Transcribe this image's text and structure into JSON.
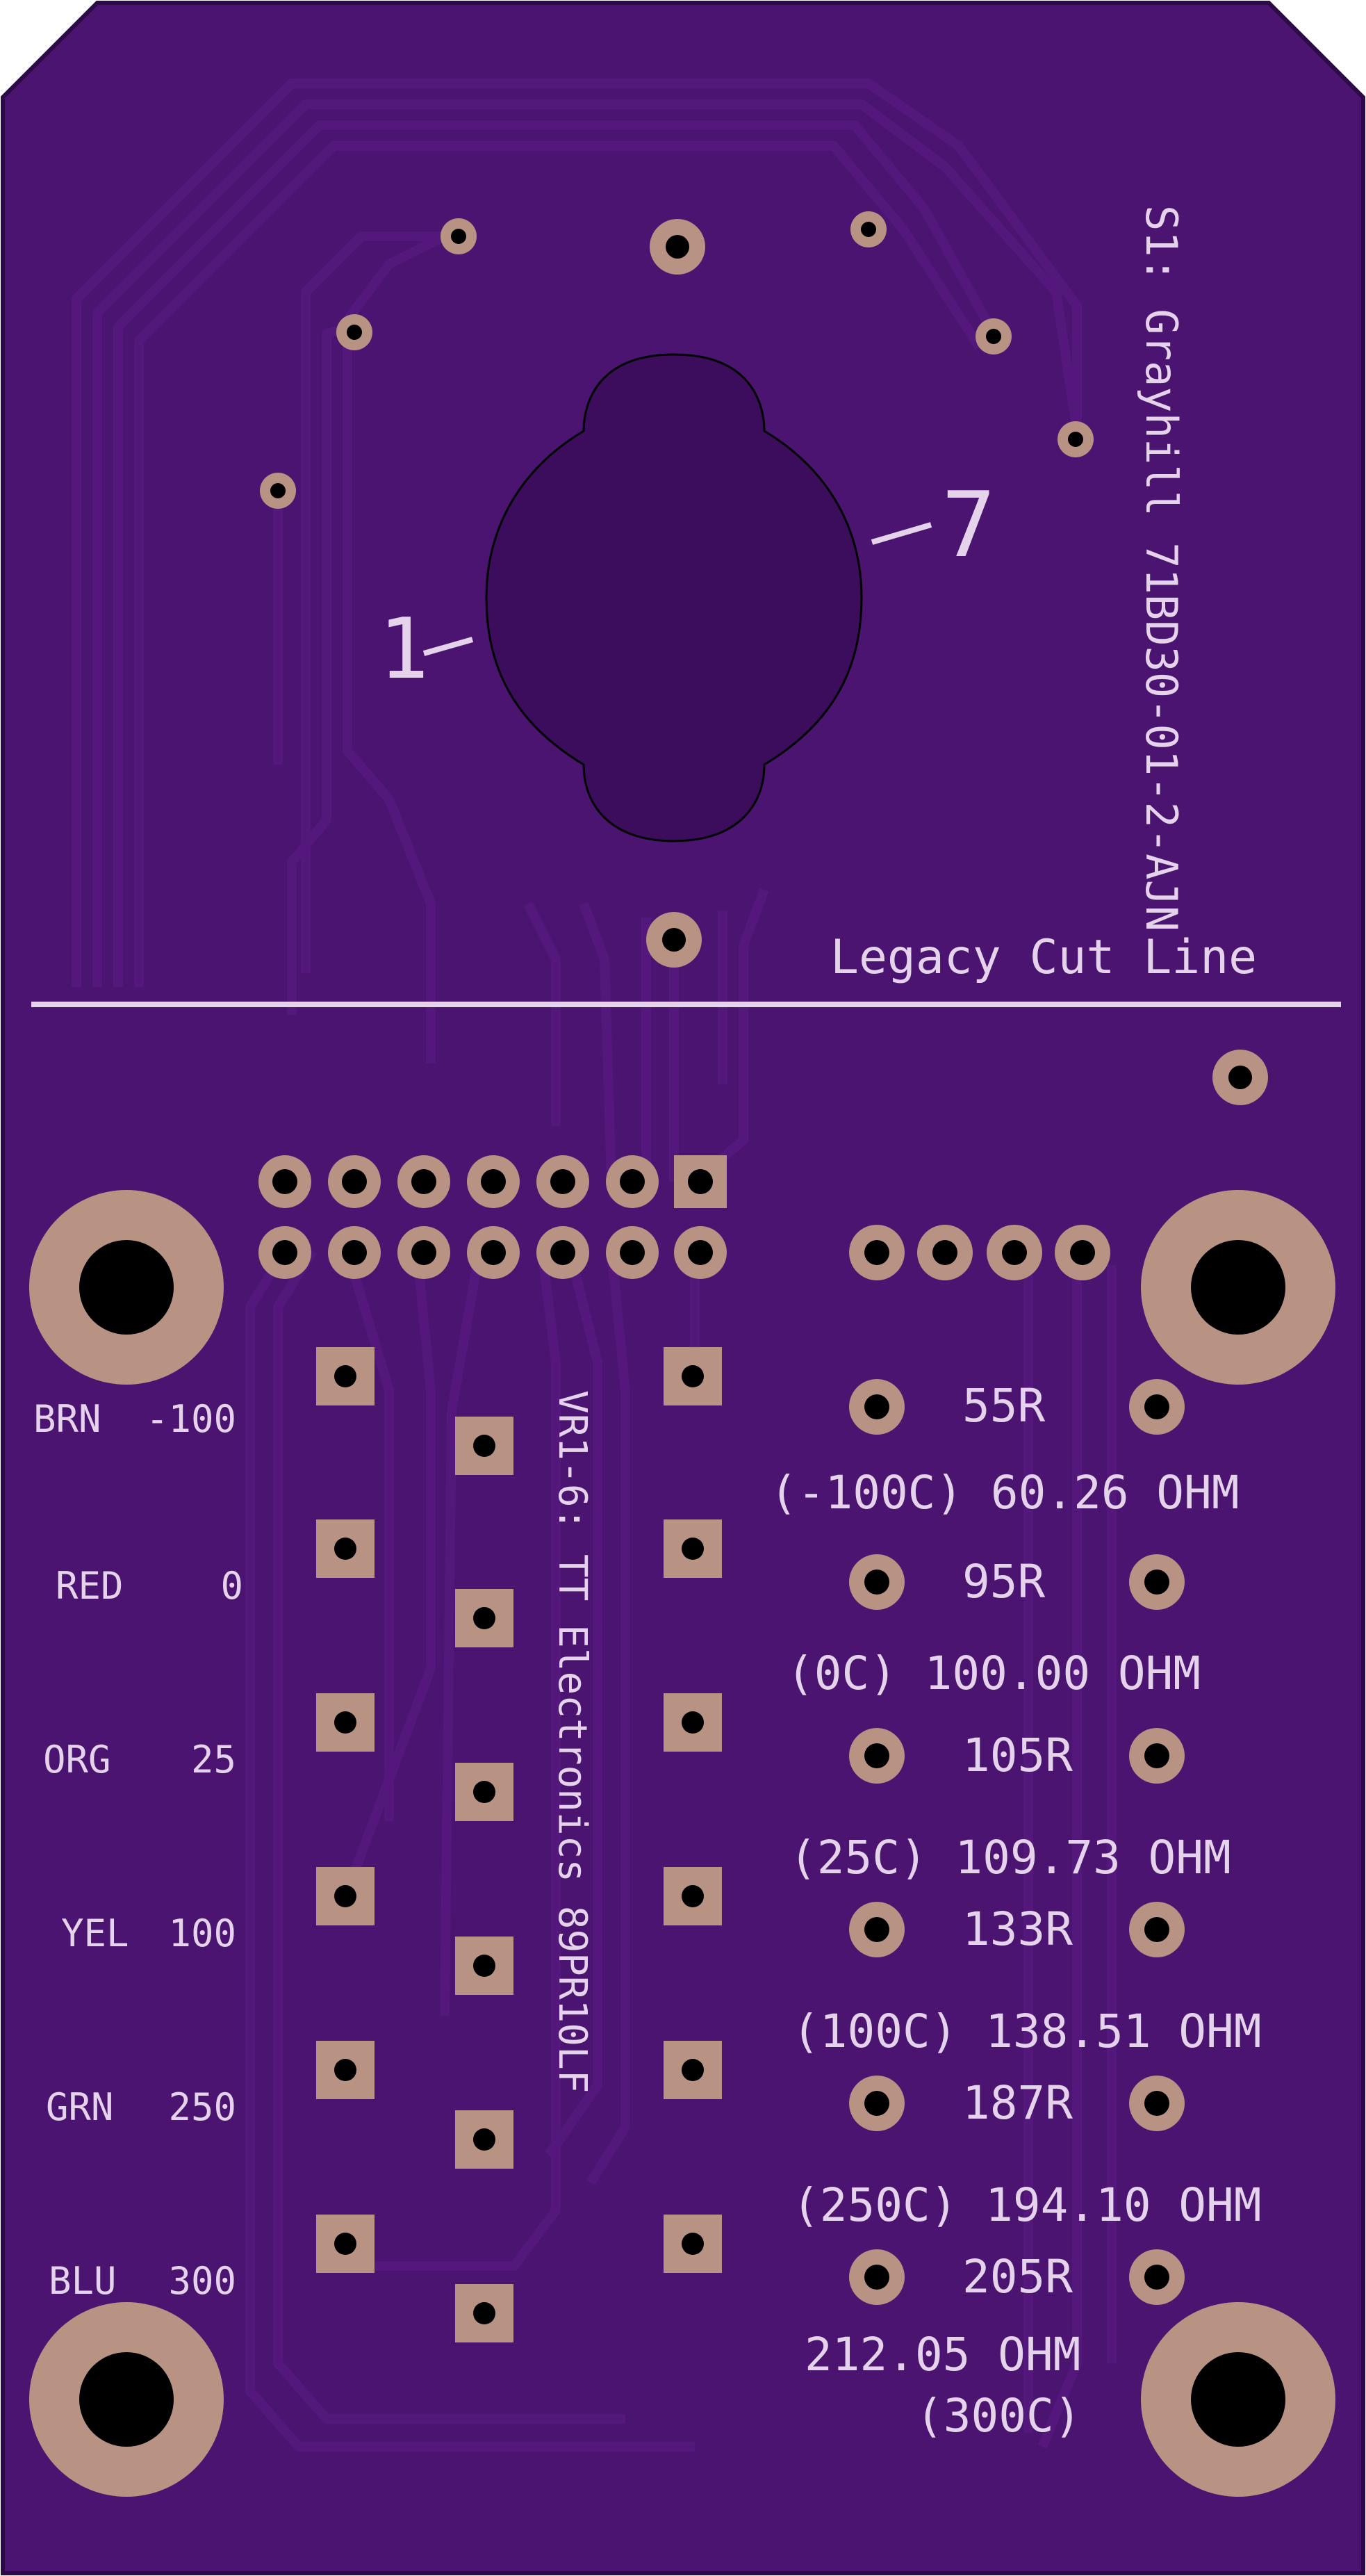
{
  "colors": {
    "board": "#4a1470",
    "board_edge": "#2c0a47",
    "trace": "#54187c",
    "trace_gap": "#3d0e5e",
    "pad_copper": "#b89283",
    "drill": "#000000",
    "silkscreen": "#e4d3ea",
    "cutout": "#3b0d5c"
  },
  "labels": {
    "switch_ref": "S1: Grayhill 71BD30-01-2-AJN",
    "pos_1": "1",
    "pos_7": "7",
    "cut_line": "Legacy Cut Line",
    "vr_ref": "VR1-6: TT Electronics 89PR10LF"
  },
  "wire_colors": [
    {
      "color": "BRN",
      "temp": "-100"
    },
    {
      "color": "RED",
      "temp": "0"
    },
    {
      "color": "ORG",
      "temp": "25"
    },
    {
      "color": "YEL",
      "temp": "100"
    },
    {
      "color": "GRN",
      "temp": "250"
    },
    {
      "color": "BLU",
      "temp": "300"
    }
  ],
  "resistors": [
    {
      "value": "55R",
      "note": "(-100C) 60.26 OHM"
    },
    {
      "value": "95R",
      "note": "(0C) 100.00 OHM"
    },
    {
      "value": "105R",
      "note": "(25C) 109.73 OHM"
    },
    {
      "value": "133R",
      "note": "(100C) 138.51 OHM"
    },
    {
      "value": "187R",
      "note": "(250C) 194.10 OHM"
    },
    {
      "value": "205R",
      "note_line1": "212.05 OHM",
      "note_line2": "(300C)"
    }
  ]
}
